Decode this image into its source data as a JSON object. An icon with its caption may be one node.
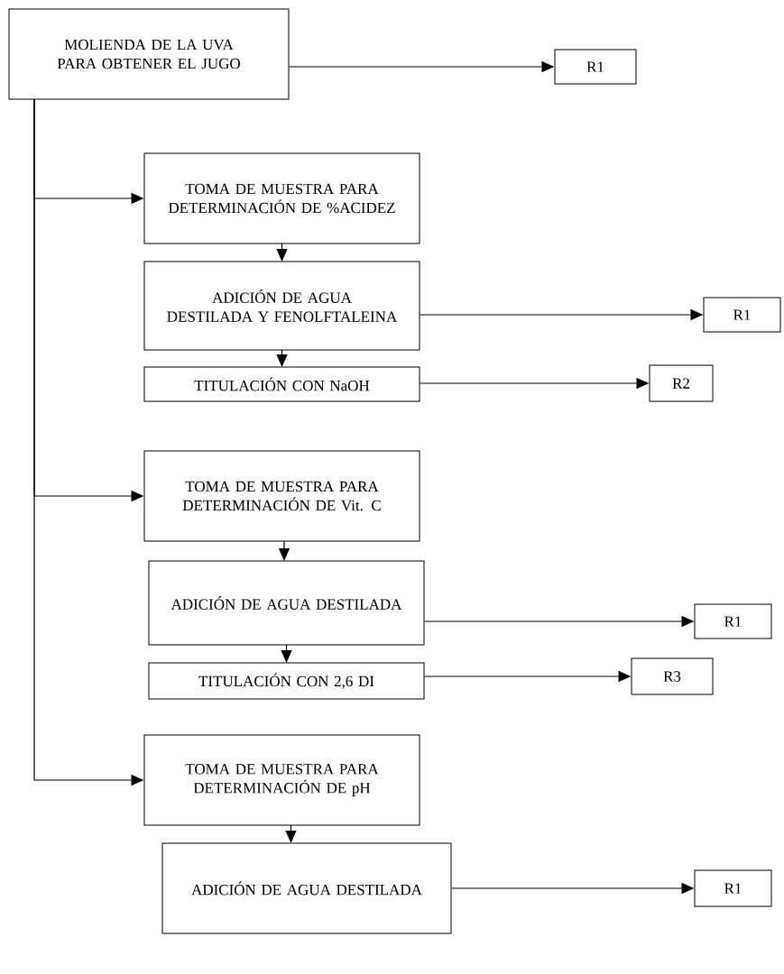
{
  "diagram": {
    "nodes": [
      {
        "text": [
          "MOLIENDA DE LA UVA PARA OBTENER EL JUGO"
        ]
      },
      {
        "text": [
          "R1"
        ]
      },
      {
        "text": [
          "TOMA DE MUESTRA PARA DETERMINACIÓN DE %ACIDEZ"
        ]
      },
      {
        "text": [
          "ADICIÓN DE AGUA DESTILADA Y FENOLFTALEINA"
        ]
      },
      {
        "text": [
          "R1"
        ]
      },
      {
        "text": [
          "TITULACIÓN CON NaOH"
        ]
      },
      {
        "text": [
          "R2"
        ]
      },
      {
        "text": [
          "TOMA DE MUESTRA PARA DETERMINACIÓN DE Vit. C"
        ]
      },
      {
        "text": [
          "ADICIÓN DE AGUA DESTILADA"
        ]
      },
      {
        "text": [
          "R1"
        ]
      },
      {
        "text": [
          "TITULACIÓN CON 2,6 DI"
        ]
      },
      {
        "text": [
          "R3"
        ]
      },
      {
        "text": [
          "TOMA DE MUESTRA PARA DETERMINACIÓN DE pH"
        ]
      },
      {
        "text": [
          "ADICIÓN DE AGUA DESTILADA"
        ]
      },
      {
        "text": [
          "R1"
        ]
      }
    ],
    "edges": [
      {
        "from": 0,
        "to": 1,
        "arrow": "to"
      },
      {
        "from": 0,
        "to": 2,
        "arrow": "to"
      },
      {
        "from": 0,
        "to": 7,
        "arrow": "to"
      },
      {
        "from": 0,
        "to": 12,
        "arrow": "to"
      },
      {
        "from": 2,
        "to": 3,
        "arrow": "to"
      },
      {
        "from": 3,
        "to": 4,
        "arrow": "to"
      },
      {
        "from": 3,
        "to": 5,
        "arrow": "to"
      },
      {
        "from": 5,
        "to": 6,
        "arrow": "to"
      },
      {
        "from": 7,
        "to": 8,
        "arrow": "to"
      },
      {
        "from": 8,
        "to": 9,
        "arrow": "to"
      },
      {
        "from": 8,
        "to": 10,
        "arrow": "to"
      },
      {
        "from": 10,
        "to": 11,
        "arrow": "to"
      },
      {
        "from": 12,
        "to": 13,
        "arrow": "to"
      },
      {
        "from": 13,
        "to": 14,
        "arrow": "to"
      }
    ]
  }
}
